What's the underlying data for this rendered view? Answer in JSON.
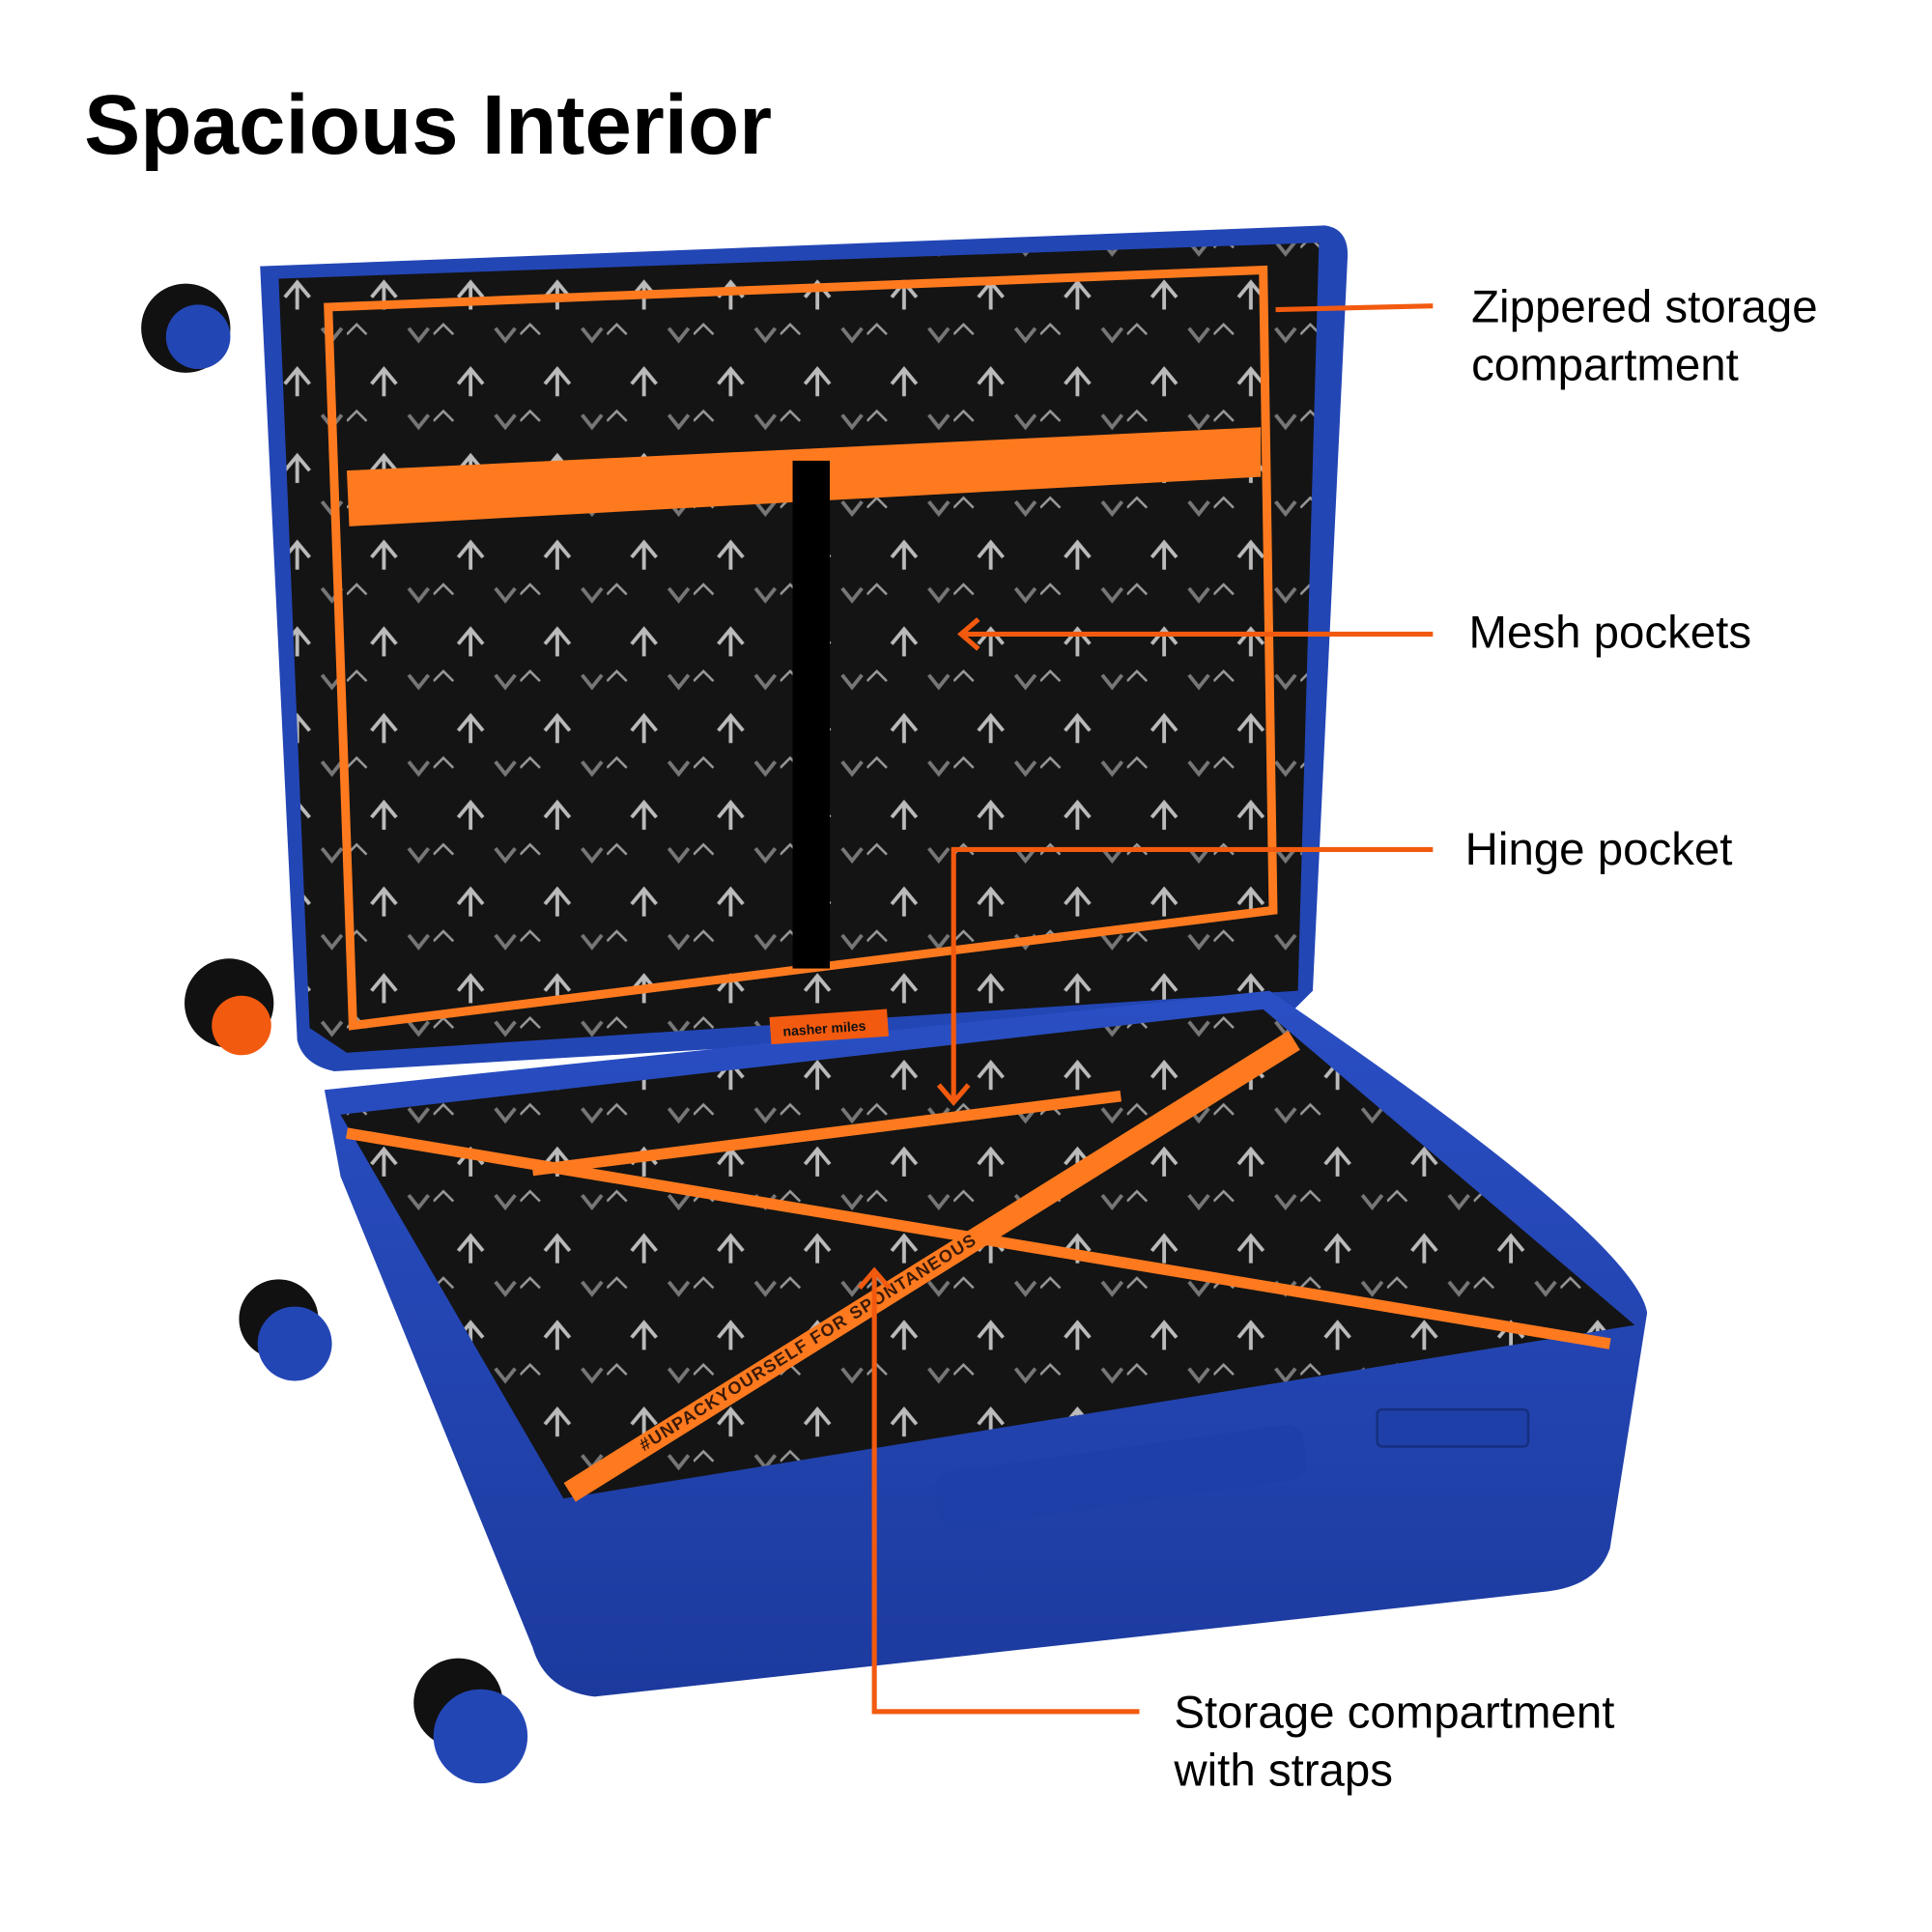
{
  "title": "Spacious Interior",
  "callouts": [
    {
      "line1": "Zippered storage",
      "line2": "compartment"
    },
    {
      "line1": "Mesh pockets"
    },
    {
      "line1": "Hinge pocket"
    },
    {
      "line1": "Storage compartment",
      "line2": "with straps"
    }
  ],
  "product": {
    "brand_tag": "nasher miles",
    "strap_text": "#UNPACKYOURSELF FOR SPONTANEOUS"
  },
  "colors": {
    "callout": "#f25a0f",
    "shell": "#2346b5",
    "zipper": "#ff7a1f",
    "lining": "#141414"
  }
}
